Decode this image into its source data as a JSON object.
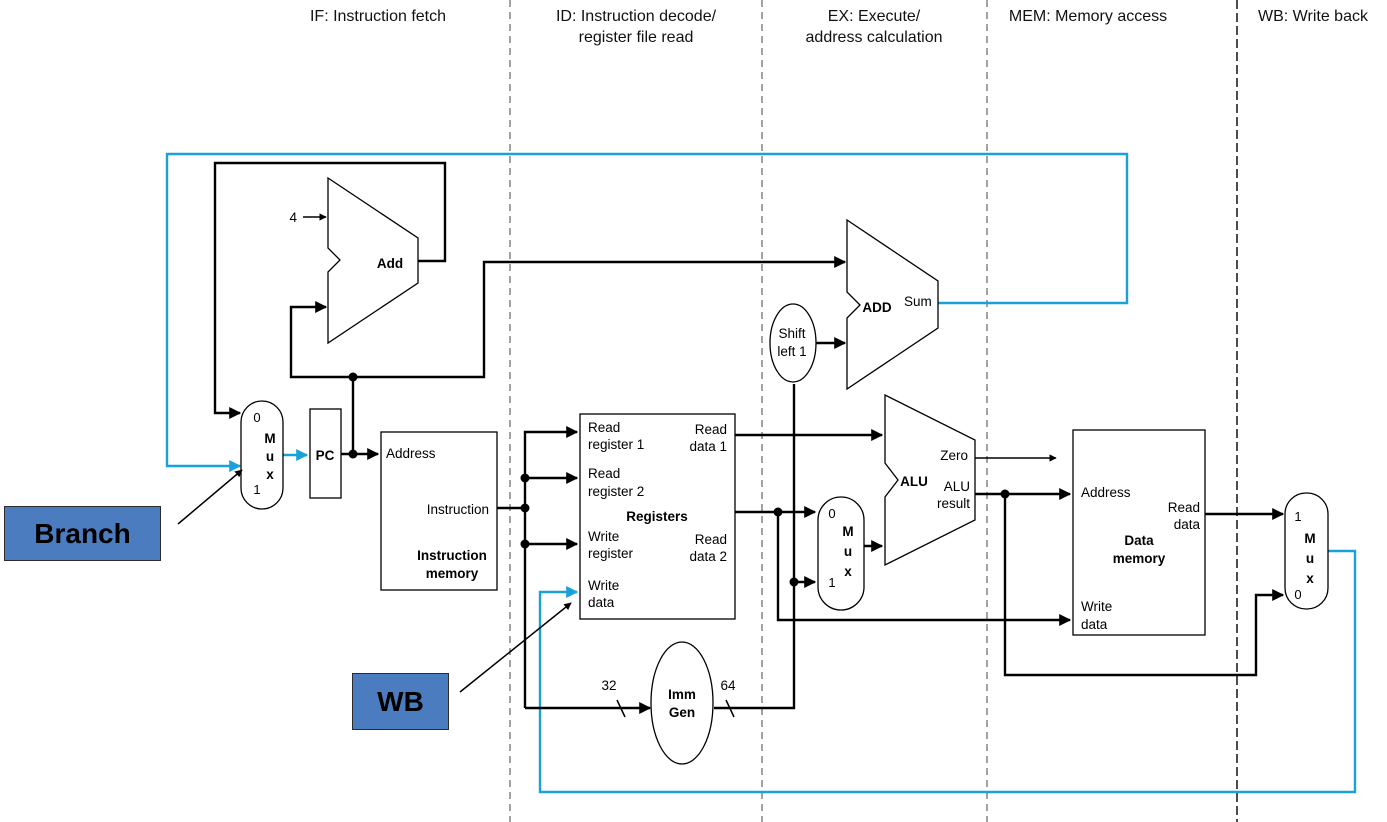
{
  "stages": [
    {
      "label_1": "IF: Instruction fetch",
      "label_2": ""
    },
    {
      "label_1": "ID: Instruction decode/",
      "label_2": "register file read"
    },
    {
      "label_1": "EX: Execute/",
      "label_2": "address calculation"
    },
    {
      "label_1": "MEM: Memory access",
      "label_2": ""
    },
    {
      "label_1": "WB: Write back",
      "label_2": ""
    }
  ],
  "blocks": {
    "pc": "PC",
    "pc_adder": {
      "label": "Add",
      "const": "4"
    },
    "mux_pc": {
      "l": "M",
      "u": "u",
      "x": "x",
      "in0": "0",
      "in1": "1"
    },
    "instruction_memory": {
      "address": "Address",
      "instruction": "Instruction",
      "title_1": "Instruction",
      "title_2": "memory"
    },
    "registers": {
      "read_reg1_a": "Read",
      "read_reg1_b": "register 1",
      "read_reg2_a": "Read",
      "read_reg2_b": "register 2",
      "write_reg_a": "Write",
      "write_reg_b": "register",
      "write_data_a": "Write",
      "write_data_b": "data",
      "read_data1_a": "Read",
      "read_data1_b": "data 1",
      "read_data2_a": "Read",
      "read_data2_b": "data 2",
      "title": "Registers"
    },
    "shift_left": {
      "line1": "Shift",
      "line2": "left 1"
    },
    "branch_adder": {
      "label": "ADD",
      "sum": "Sum"
    },
    "mux_alu": {
      "l": "M",
      "u": "u",
      "x": "x",
      "in0": "0",
      "in1": "1"
    },
    "alu": {
      "label": "ALU",
      "zero": "Zero",
      "result_1": "ALU",
      "result_2": "result"
    },
    "data_memory": {
      "address": "Address",
      "read_1": "Read",
      "read_2": "data",
      "write_1": "Write",
      "write_2": "data",
      "title_1": "Data",
      "title_2": "memory"
    },
    "mux_wb": {
      "l": "M",
      "u": "u",
      "x": "x",
      "in1": "1",
      "in0": "0"
    },
    "imm_gen": {
      "line1": "Imm",
      "line2": "Gen",
      "in_width": "32",
      "out_width": "64"
    }
  },
  "annotations": {
    "branch": "Branch",
    "wb": "WB"
  },
  "colors": {
    "highlight_wire": "#1aa1dc",
    "badge_fill": "#4b7cbf",
    "wire": "#000000"
  }
}
